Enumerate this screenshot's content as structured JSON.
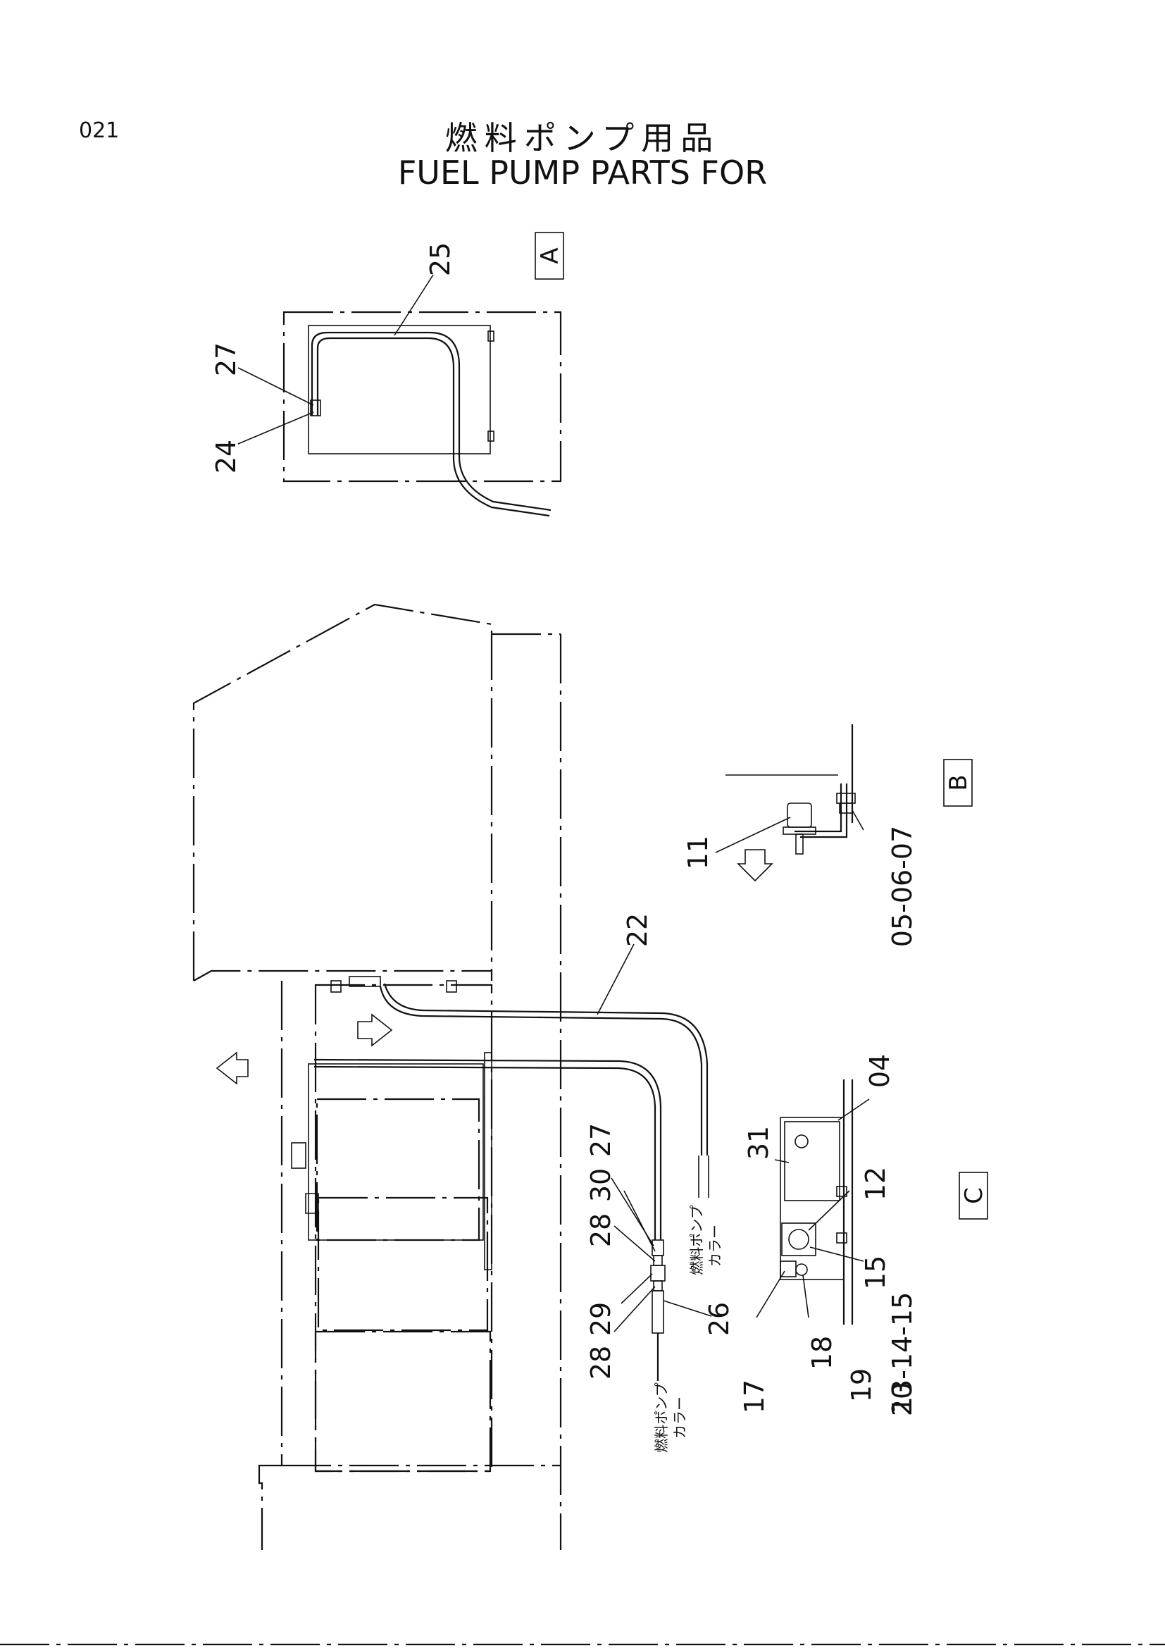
{
  "header": {
    "page_number": "021",
    "title_jp": "燃料ポンプ用品",
    "title_en": "FUEL PUMP PARTS FOR"
  },
  "views": {
    "a": "A",
    "b": "B",
    "c": "C"
  },
  "callouts": {
    "c25": "25",
    "c27a": "27",
    "c24": "24",
    "c22": "22",
    "c11": "11",
    "c050607": "05-06-07",
    "c04": "04",
    "c31": "31",
    "c12": "12",
    "c15": "15",
    "c131415": "13-14-15",
    "c17": "17",
    "c18": "18",
    "c19": "19",
    "c20": "20",
    "c27b": "27",
    "c30": "30",
    "c28a": "28",
    "c29": "29",
    "c28b": "28",
    "c26": "26"
  },
  "notes": {
    "pump_collar_1_a": "燃料ポンプ",
    "pump_collar_1_b": "カラー",
    "pump_collar_2_a": "燃料ポンプ",
    "pump_collar_2_b": "カラー"
  }
}
